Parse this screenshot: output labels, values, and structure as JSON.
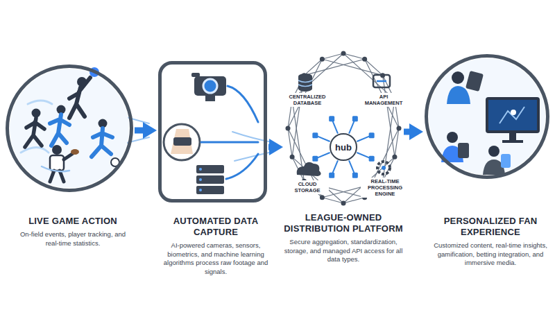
{
  "diagram": {
    "nodes": [
      {
        "text": [
          "LIVE GAME ACTION",
          "On-field events, player tracking, and real-time statistics."
        ]
      },
      {
        "text": [
          "AUTOMATED DATA CAPTURE",
          "AI-powered cameras, sensors, biometrics, and machine learning algorithms process raw footage and signals."
        ]
      },
      {
        "text": [
          "LEAGUE-OWNED DISTRIBUTION PLATFORM",
          "Secure aggregation, standardization, storage, and managed API access for all data types."
        ]
      },
      {
        "text": [
          "hub"
        ],
        "in": 2
      },
      {
        "text": [
          "PERSONALIZED FAN EXPERIENCE",
          "Customized content, real-time insights, gamification, betting integration, and immersive media."
        ]
      }
    ],
    "edges": [
      {
        "from": 0,
        "to": 1,
        "arrow": "to"
      },
      {
        "from": 1,
        "to": 2,
        "arrow": "to"
      },
      {
        "from": 2,
        "to": 4,
        "arrow": "to"
      }
    ],
    "labels": [
      "CENTRALIZED DATABASE",
      "API MANAGEMENT",
      "CLOUD STORAGE",
      "REAL-TIME PROCESSING ENGINE"
    ]
  }
}
